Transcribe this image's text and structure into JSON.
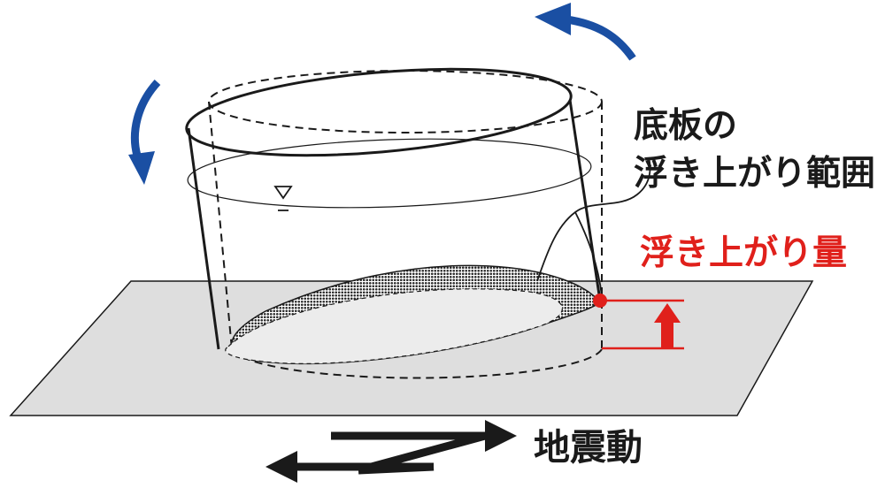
{
  "labels": {
    "uplift_range_line1": "底板の",
    "uplift_range_line2": "浮き上がり範囲",
    "uplift_amount": "浮き上がり量",
    "earthquake": "地震動"
  },
  "colors": {
    "rotation_arrow": "#1a4fa3",
    "uplift_marker": "#e0201b",
    "ground_plane": "#dedede",
    "outline": "#1a1a1a"
  }
}
